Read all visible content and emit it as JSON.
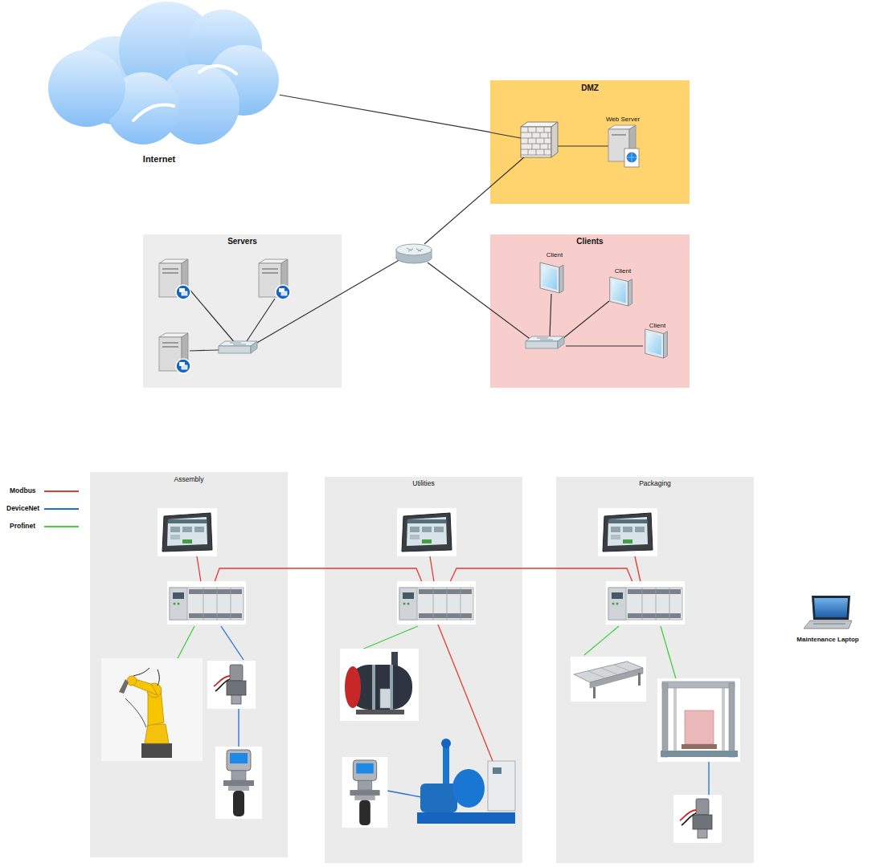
{
  "diagram": {
    "nodes": [
      {
        "text": [
          "Internet"
        ]
      },
      {
        "text": [
          "DMZ"
        ]
      },
      {
        "text": [
          "Web Server"
        ],
        "in": 1
      },
      {
        "text": [
          "Servers"
        ]
      },
      {
        "text": [
          "Clients"
        ]
      },
      {
        "text": [
          "Client"
        ],
        "in": 4
      },
      {
        "text": [
          "Client"
        ],
        "in": 4
      },
      {
        "text": [
          "Client"
        ],
        "in": 4
      },
      {
        "text": [
          "Assembly"
        ]
      },
      {
        "text": [
          "Utilities"
        ]
      },
      {
        "text": [
          "Packaging"
        ]
      },
      {
        "text": [
          "Maintenance Laptop"
        ]
      }
    ],
    "edges": [
      {
        "from": 0,
        "to": 1,
        "arrow": "none"
      }
    ],
    "legend": [
      {
        "text": "Modbus",
        "color": "#e53935"
      },
      {
        "text": "DeviceNet",
        "color": "#1e6fd9"
      },
      {
        "text": "Profinet",
        "color": "#3fd13f"
      }
    ]
  }
}
